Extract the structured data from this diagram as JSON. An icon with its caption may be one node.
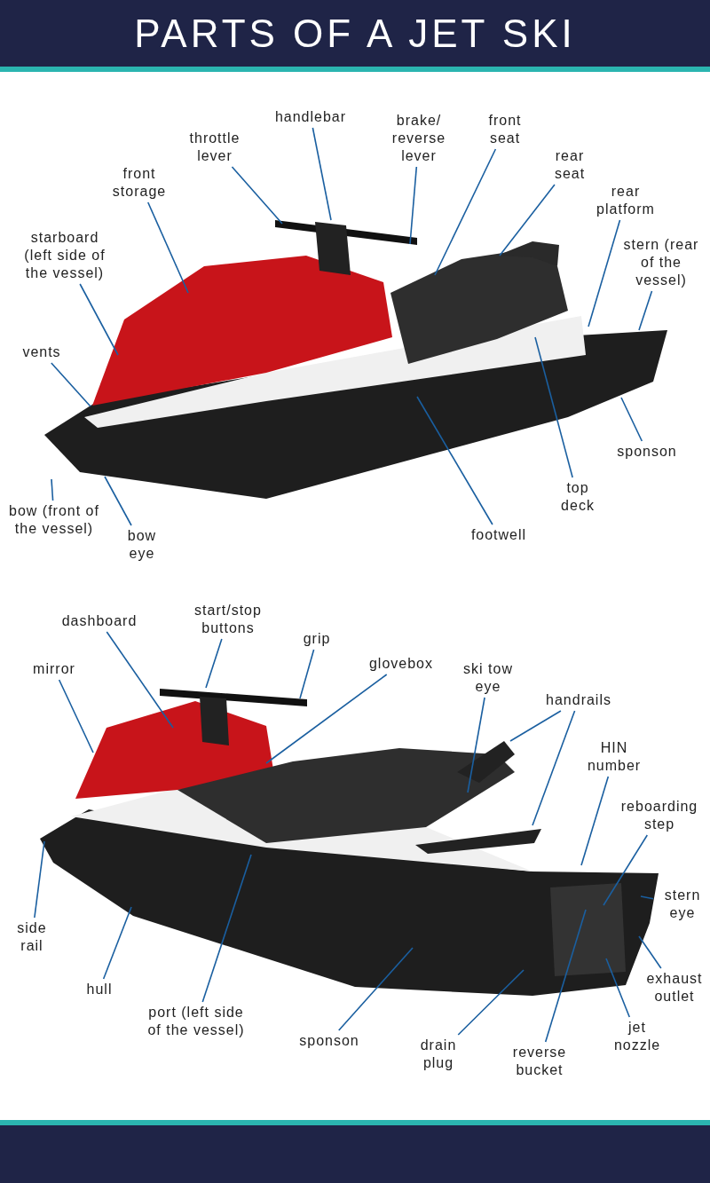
{
  "diagram": {
    "title": "PARTS OF A JET SKI",
    "nodes": [
      {
        "text": [
          "handlebar"
        ]
      },
      {
        "text": [
          "brake/ reverse lever"
        ]
      },
      {
        "text": [
          "front seat"
        ]
      },
      {
        "text": [
          "throttle lever"
        ]
      },
      {
        "text": [
          "rear seat"
        ]
      },
      {
        "text": [
          "front storage"
        ]
      },
      {
        "text": [
          "rear platform"
        ]
      },
      {
        "text": [
          "starboard (left side of the vessel)"
        ]
      },
      {
        "text": [
          "stern (rear of the vessel)"
        ]
      },
      {
        "text": [
          "vents"
        ]
      },
      {
        "text": [
          "sponson"
        ]
      },
      {
        "text": [
          "top deck"
        ]
      },
      {
        "text": [
          "bow (front of the vessel)"
        ]
      },
      {
        "text": [
          "bow eye"
        ]
      },
      {
        "text": [
          "footwell"
        ]
      },
      {
        "text": [
          "start/stop buttons"
        ]
      },
      {
        "text": [
          "dashboard"
        ]
      },
      {
        "text": [
          "grip"
        ]
      },
      {
        "text": [
          "mirror"
        ]
      },
      {
        "text": [
          "glovebox"
        ]
      },
      {
        "text": [
          "ski tow eye"
        ]
      },
      {
        "text": [
          "handrails"
        ]
      },
      {
        "text": [
          "HIN number"
        ]
      },
      {
        "text": [
          "reboarding step"
        ]
      },
      {
        "text": [
          "stern eye"
        ]
      },
      {
        "text": [
          "side rail"
        ]
      },
      {
        "text": [
          "hull"
        ]
      },
      {
        "text": [
          "exhaust outlet"
        ]
      },
      {
        "text": [
          "jet nozzle"
        ]
      },
      {
        "text": [
          "port (left side of the vessel)"
        ]
      },
      {
        "text": [
          "sponson"
        ]
      },
      {
        "text": [
          "drain plug"
        ]
      },
      {
        "text": [
          "reverse bucket"
        ]
      }
    ],
    "edges": [
      {
        "from": 0,
        "to": null,
        "arrow": "none"
      },
      {
        "from": 1,
        "to": null,
        "arrow": "none"
      },
      {
        "from": 2,
        "to": null,
        "arrow": "none"
      },
      {
        "from": 3,
        "to": null,
        "arrow": "none"
      },
      {
        "from": 4,
        "to": null,
        "arrow": "none"
      },
      {
        "from": 5,
        "to": null,
        "arrow": "none"
      },
      {
        "from": 6,
        "to": null,
        "arrow": "none"
      },
      {
        "from": 7,
        "to": null,
        "arrow": "none"
      },
      {
        "from": 8,
        "to": null,
        "arrow": "none"
      },
      {
        "from": 9,
        "to": null,
        "arrow": "none"
      },
      {
        "from": 10,
        "to": null,
        "arrow": "none"
      },
      {
        "from": 11,
        "to": null,
        "arrow": "none"
      },
      {
        "from": 12,
        "to": null,
        "arrow": "none"
      },
      {
        "from": 13,
        "to": null,
        "arrow": "none"
      },
      {
        "from": 14,
        "to": null,
        "arrow": "none"
      },
      {
        "from": 15,
        "to": null,
        "arrow": "none"
      },
      {
        "from": 16,
        "to": null,
        "arrow": "none"
      },
      {
        "from": 17,
        "to": null,
        "arrow": "none"
      },
      {
        "from": 18,
        "to": null,
        "arrow": "none"
      },
      {
        "from": 19,
        "to": null,
        "arrow": "none"
      },
      {
        "from": 20,
        "to": null,
        "arrow": "none"
      },
      {
        "from": 21,
        "to": null,
        "arrow": "none"
      },
      {
        "from": 21,
        "to": null,
        "arrow": "none"
      },
      {
        "from": 22,
        "to": null,
        "arrow": "none"
      },
      {
        "from": 23,
        "to": null,
        "arrow": "none"
      },
      {
        "from": 24,
        "to": null,
        "arrow": "none"
      },
      {
        "from": 25,
        "to": null,
        "arrow": "none"
      },
      {
        "from": 26,
        "to": null,
        "arrow": "none"
      },
      {
        "from": 27,
        "to": null,
        "arrow": "none"
      },
      {
        "from": 28,
        "to": null,
        "arrow": "none"
      },
      {
        "from": 29,
        "to": null,
        "arrow": "none"
      },
      {
        "from": 30,
        "to": null,
        "arrow": "none"
      },
      {
        "from": 31,
        "to": null,
        "arrow": "none"
      },
      {
        "from": 32,
        "to": null,
        "arrow": "none"
      }
    ]
  }
}
